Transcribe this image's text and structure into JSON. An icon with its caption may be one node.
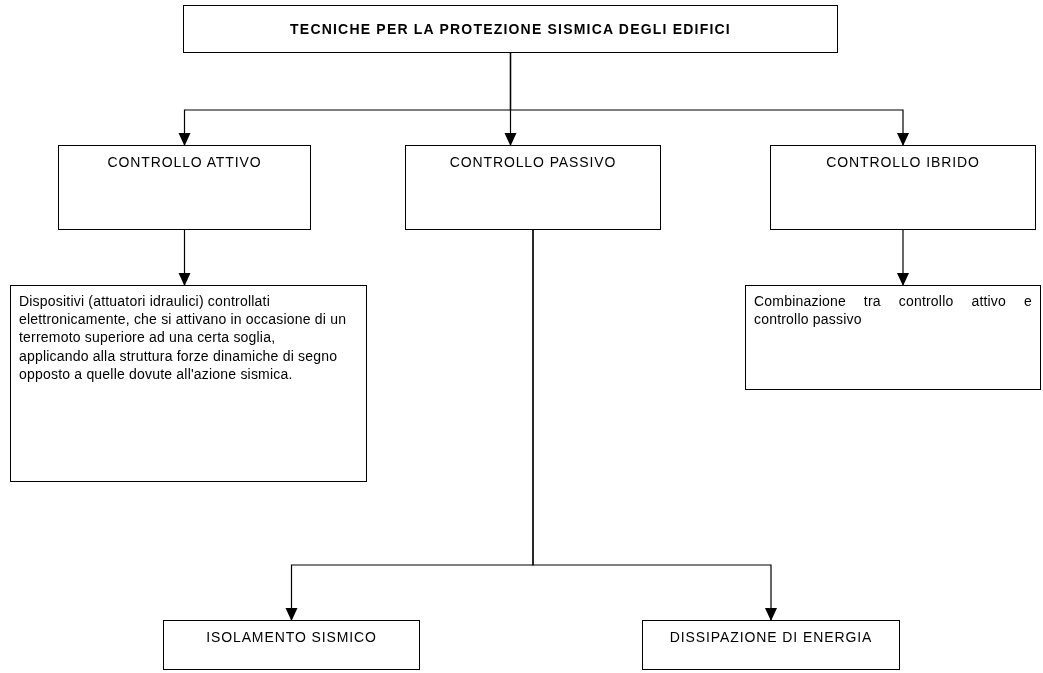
{
  "diagram": {
    "nodes": [
      {
        "text": [
          "TECNICHE PER LA PROTEZIONE SISMICA DEGLI EDIFICI"
        ]
      },
      {
        "text": [
          "CONTROLLO ATTIVO"
        ]
      },
      {
        "text": [
          "CONTROLLO PASSIVO"
        ]
      },
      {
        "text": [
          "CONTROLLO IBRIDO"
        ]
      },
      {
        "text": [
          "Dispositivi (attuatori idraulici) controllati elettronicamente, che si attivano in occasione di un terremoto superiore ad una certa soglia, applicando alla struttura forze dinamiche di segno opposto a quelle dovute all'azione sismica."
        ]
      },
      {
        "text": [
          "Combinazione tra controllo attivo e controllo passivo"
        ]
      },
      {
        "text": [
          "ISOLAMENTO SISMICO"
        ]
      },
      {
        "text": [
          "DISSIPAZIONE DI ENERGIA"
        ]
      }
    ],
    "edges": [
      {
        "from": 0,
        "to": 1,
        "arrow": "to"
      },
      {
        "from": 0,
        "to": 2,
        "arrow": "to"
      },
      {
        "from": 0,
        "to": 3,
        "arrow": "to"
      },
      {
        "from": 1,
        "to": 4,
        "arrow": "to"
      },
      {
        "from": 3,
        "to": 5,
        "arrow": "to"
      },
      {
        "from": 2,
        "to": 6,
        "arrow": "to"
      },
      {
        "from": 2,
        "to": 7,
        "arrow": "to"
      }
    ]
  }
}
